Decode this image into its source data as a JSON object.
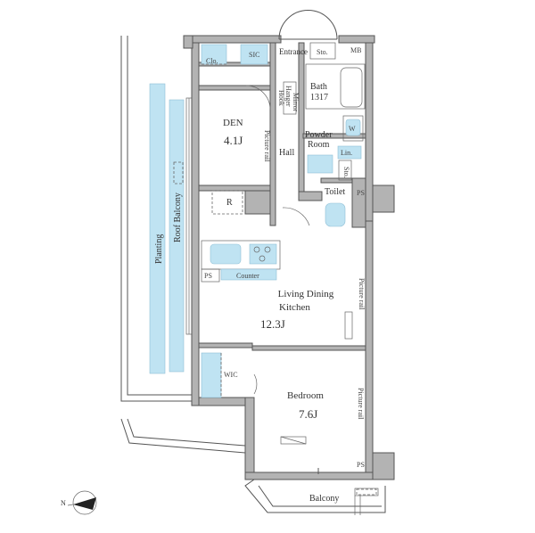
{
  "rooms": {
    "den": {
      "name": "DEN",
      "size": "4.1J"
    },
    "ldk": {
      "name_line1": "Living Dining",
      "name_line2": "Kitchen",
      "size": "12.3J"
    },
    "bedroom": {
      "name": "Bedroom",
      "size": "7.6J"
    },
    "bath": {
      "name": "Bath",
      "size": "1317"
    },
    "powder": {
      "name_line1": "Powder",
      "name_line2": "Room"
    },
    "hall": "Hall",
    "toilet": "Toilet",
    "entrance": "Entrance"
  },
  "fixtures": {
    "clo": "Clo.",
    "sic": "SIC",
    "sto": "Sto.",
    "sto2": "Sto.",
    "mb": "MB",
    "mirror": "Mirror",
    "hanger": "Hanger",
    "hook": "Hook",
    "w": "W",
    "lin": "Lin.",
    "r": "R",
    "counter": "Counter",
    "wic": "WIC",
    "ps1": "PS",
    "ps2": "PS",
    "ps3": "PS",
    "picture_rail_1": "Picture rail",
    "picture_rail_2": "Picture rail",
    "picture_rail_3": "Picture rail"
  },
  "outdoor": {
    "roof_balcony": "Roof Balcony",
    "planting": "Planting",
    "balcony": "Balcony"
  },
  "compass": {
    "label": "N"
  },
  "colors": {
    "wall": "#b3b3b3",
    "fixture": "#bfe3f2",
    "line": "#555555"
  }
}
